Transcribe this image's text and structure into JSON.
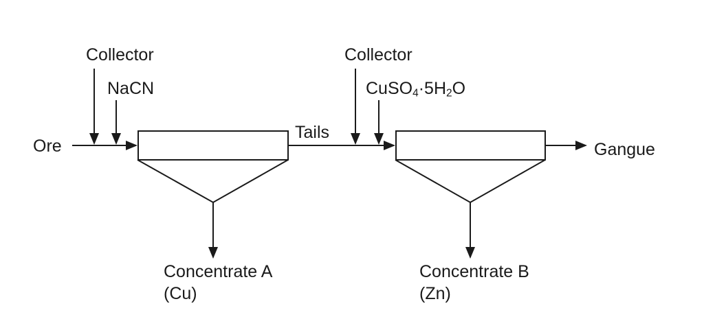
{
  "diagram": {
    "background": "#ffffff",
    "stroke_color": "#1a1a1a",
    "text_color": "#1a1a1a",
    "stage1": {
      "feed_label": "Ore",
      "reagent1_label": "Collector",
      "reagent2_label": "NaCN",
      "overflow_label": "Tails",
      "concentrate_line1": "Concentrate A",
      "concentrate_line2": "(Cu)"
    },
    "stage2": {
      "reagent1_label": "Collector",
      "reagent2_formula_parts": [
        "CuSO",
        "4",
        "·5H",
        "2",
        "O"
      ],
      "overflow_label": "Gangue",
      "concentrate_line1": "Concentrate B",
      "concentrate_line2": "(Zn)"
    }
  }
}
